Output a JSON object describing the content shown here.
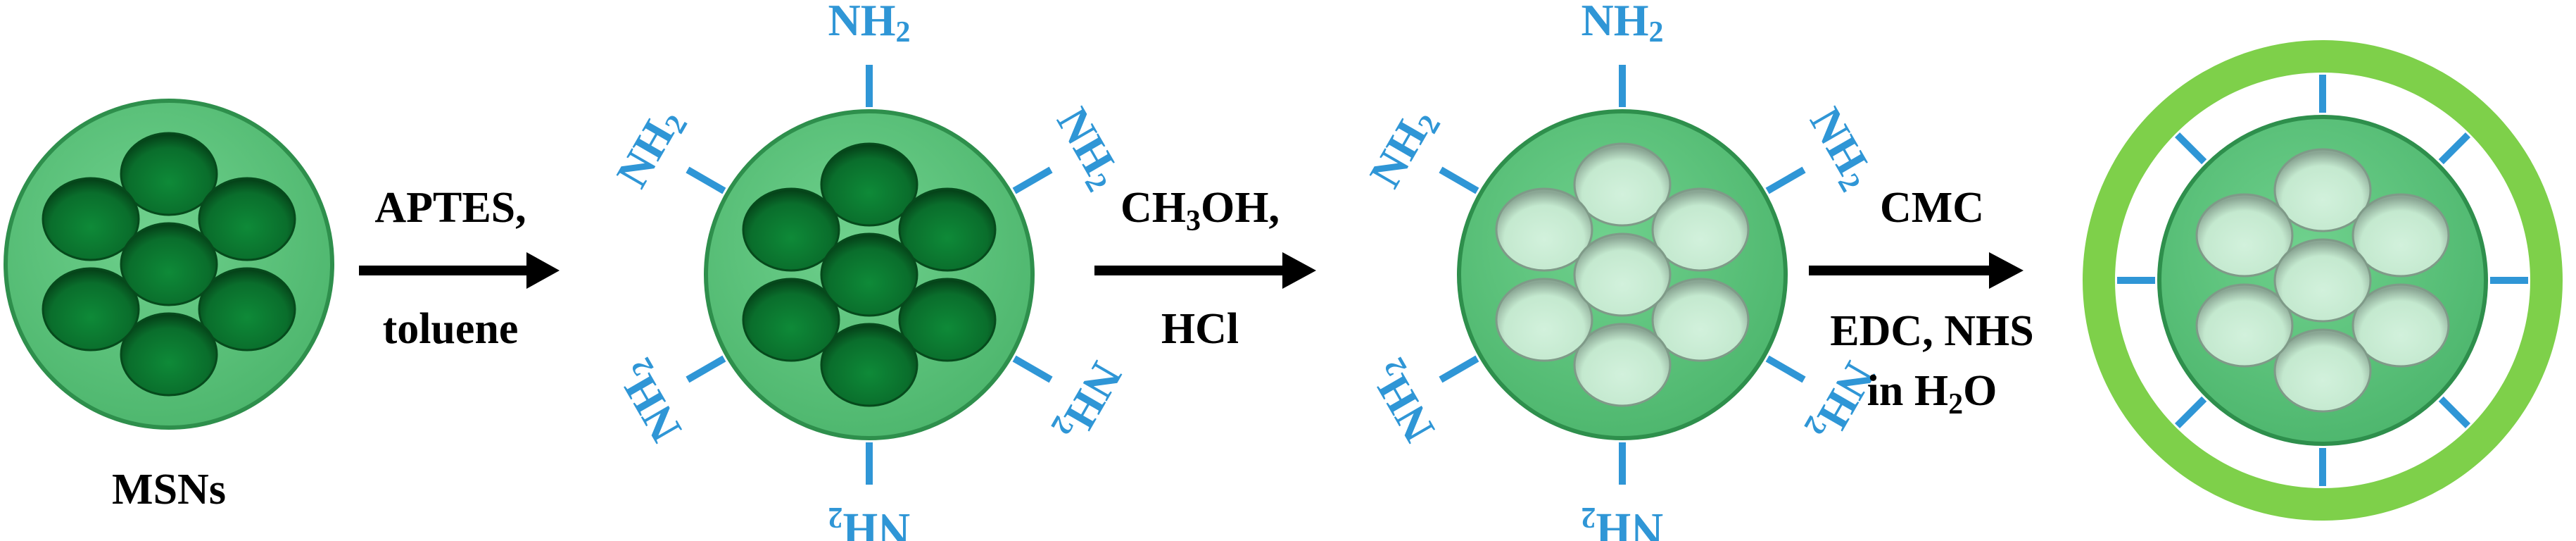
{
  "colors": {
    "particle_outer": "#5cc47c",
    "particle_rim": "#2e8f4c",
    "pore_filled": "#0d7a32",
    "pore_filled_dark": "#064a1c",
    "pore_empty": "#c8ecd4",
    "pore_empty_shade": "#7f9a88",
    "amine": "#2f96d6",
    "cmc": "#7ed04a",
    "arrow": "#000000"
  },
  "labels": {
    "msns": "MSNs",
    "amine_main": "NH",
    "amine_sub": "2"
  },
  "steps": [
    {
      "top_parts": [
        {
          "t": "APTES,",
          "sub": false
        }
      ],
      "bottom_parts": [
        {
          "t": "toluene",
          "sub": false
        }
      ]
    },
    {
      "top_parts": [
        {
          "t": "CH",
          "sub": false
        },
        {
          "t": "3",
          "sub": true
        },
        {
          "t": "OH,",
          "sub": false
        }
      ],
      "bottom_parts": [
        {
          "t": "HCl",
          "sub": false
        }
      ]
    },
    {
      "top_parts": [
        {
          "t": "CMC",
          "sub": false
        }
      ],
      "bottom_parts": [
        {
          "t": "EDC, NHS",
          "sub": false
        }
      ],
      "bottom2_parts": [
        {
          "t": "in H",
          "sub": false
        },
        {
          "t": "2",
          "sub": true
        },
        {
          "t": "O",
          "sub": false
        }
      ]
    }
  ]
}
